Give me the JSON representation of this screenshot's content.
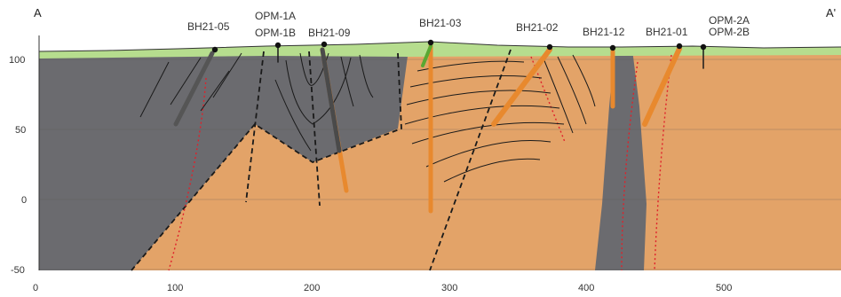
{
  "section": {
    "start_label": "A",
    "end_label": "A'",
    "y_ticks": [
      "100",
      "50",
      "0",
      "-50"
    ],
    "x_ticks": [
      "0",
      "100",
      "200",
      "300",
      "400",
      "500"
    ],
    "boreholes": [
      {
        "label": "BH21-05"
      },
      {
        "label": "OPM-1A"
      },
      {
        "label": "OPM-1B"
      },
      {
        "label": "BH21-09"
      },
      {
        "label": "BH21-03"
      },
      {
        "label": "BH21-02"
      },
      {
        "label": "BH21-12"
      },
      {
        "label": "BH21-01"
      },
      {
        "label": "OPM-2A"
      },
      {
        "label": "OPM-2B"
      }
    ]
  },
  "colors": {
    "orange_unit": "#e3a368",
    "grey_unit": "#6b6b6f",
    "overburden": "#b6dd8e",
    "contact_line": "#1a1a1a",
    "fault_red": "#e0202a",
    "borehole_orange": "#e8892e"
  }
}
